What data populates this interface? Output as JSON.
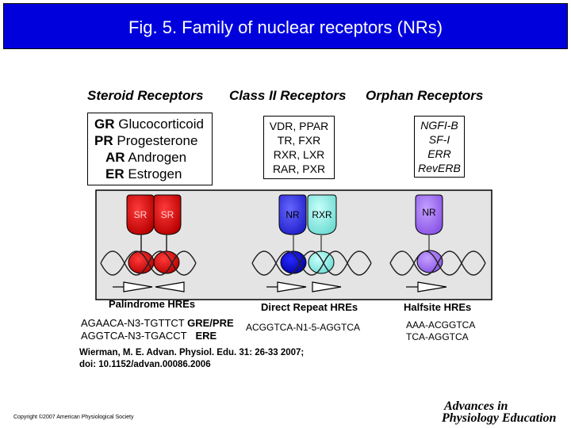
{
  "title": "Fig. 5. Family of nuclear receptors (NRs)",
  "headings": {
    "steroid": "Steroid Receptors",
    "class2": "Class II  Receptors",
    "orphan": "Orphan Receptors"
  },
  "steroid_list": [
    {
      "abbr": "GR",
      "name": "Glucocorticoid"
    },
    {
      "abbr": "PR",
      "name": "Progesterone"
    },
    {
      "abbr": "AR",
      "name": "Androgen"
    },
    {
      "abbr": "ER",
      "name": "Estrogen"
    }
  ],
  "class2_list": [
    "VDR, PPAR",
    "TR, FXR",
    "RXR, LXR",
    "RAR, PXR"
  ],
  "orphan_list": [
    "NGFI-B",
    "SF-I",
    "ERR",
    "RevERB"
  ],
  "receptor_labels": {
    "sr_left": "SR",
    "sr_right": "SR",
    "nr_class2": "NR",
    "rxr": "RXR",
    "nr_orphan": "NR"
  },
  "hre_labels": {
    "palindrome": "Palindrome HREs",
    "direct_repeat": "Direct Repeat HREs",
    "halfsite": "Halfsite HREs"
  },
  "sequences": {
    "palindrome_line1": "AGAACA-N3-TGTTCT",
    "palindrome_tag1": "GRE/PRE",
    "palindrome_line2": "AGGTCA-N3-TGACCT",
    "palindrome_tag2": "ERE",
    "direct_repeat": "ACGGTCA-N1-5-AGGTCA",
    "halfsite_line1": "AAA-ACGGTCA",
    "halfsite_line2": "TCA-AGGTCA"
  },
  "citation": {
    "line1": "Wierman, M. E. Advan. Physiol. Edu. 31: 26-33 2007;",
    "line2": "doi: 10.1152/advan.00086.2006"
  },
  "copyright": "Copyright ©2007 American Physiological Society",
  "logo": {
    "line1": "Advances in",
    "line2": "Physiology Education"
  },
  "colors": {
    "title_bg": "#0000dd",
    "steroid_receptor": "#cc0000",
    "nr_blue": "#3333ee",
    "rxr_cyan": "#8eeee6",
    "orphan_purple": "#9966ee"
  }
}
